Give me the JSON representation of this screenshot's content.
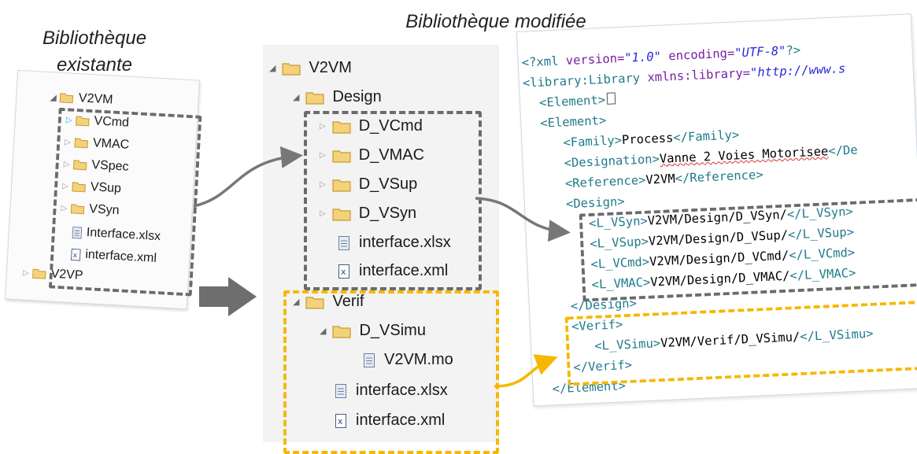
{
  "headings": {
    "existing_line1": "Bibliothèque",
    "existing_line2": "existante",
    "modified": "Bibliothèque modifiée"
  },
  "left_tree": {
    "root": "V2VM",
    "children": [
      "VCmd",
      "VMAC",
      "VSpec",
      "VSup",
      "VSyn"
    ],
    "files": [
      "Interface.xlsx",
      "interface.xml"
    ],
    "next_root": "V2VP"
  },
  "mid_tree": {
    "root": "V2VM",
    "design": {
      "label": "Design",
      "children": [
        "D_VCmd",
        "D_VMAC",
        "D_VSup",
        "D_VSyn"
      ],
      "files": [
        "interface.xlsx",
        "interface.xml"
      ]
    },
    "verif": {
      "label": "Verif",
      "sim_folder": "D_VSimu",
      "sim_file": "V2VM.mo",
      "files": [
        "interface.xlsx",
        "interface.xml"
      ]
    }
  },
  "xml": {
    "decl": {
      "open": "<?xml",
      "version_attr": "version=",
      "version_val": "\"1.0\"",
      "encoding_attr": "encoding=",
      "encoding_val": "\"UTF-8\"",
      "close": "?>"
    },
    "library": {
      "open": "<library:Library",
      "attr": "xmlns:library=",
      "val": "\"http://www.s"
    },
    "element_empty": "<Element>",
    "element_open": "<Element>",
    "family": {
      "open": "<Family>",
      "text": "Process",
      "close": "</Family>"
    },
    "designation": {
      "open": "<Designation>",
      "text": "Vanne 2 Voies Motorisee",
      "close": "</De"
    },
    "reference": {
      "open": "<Reference>",
      "text": "V2VM",
      "close": "</Reference>"
    },
    "design_open": "<Design>",
    "design_entries": [
      {
        "open": "<L_VSyn>",
        "text": "V2VM/Design/D_VSyn/",
        "close": "</L_VSyn>"
      },
      {
        "open": "<L_VSup>",
        "text": "V2VM/Design/D_VSup/",
        "close": "</L_VSup>"
      },
      {
        "open": "<L_VCmd>",
        "text": "V2VM/Design/D_VCmd/",
        "close": "</L_VCmd>"
      },
      {
        "open": "<L_VMAC>",
        "text": "V2VM/Design/D_VMAC/",
        "close": "</L_VMAC>"
      }
    ],
    "design_close": "</Design>",
    "verif_open": "<Verif>",
    "verif_entry": {
      "open": "<L_VSimu>",
      "text": "V2VM/Verif/D_VSimu/",
      "close": "</L_VSimu>"
    },
    "verif_close": "</Verif>",
    "element_close": "</Element>"
  },
  "colors": {
    "gray_dash": "#6b6b6b",
    "orange_dash": "#f5b800",
    "folder": "#e8b84a",
    "xml_tag": "#1f7a8c",
    "xml_attr": "#7a1fa2",
    "xml_string": "#2a2ad6"
  }
}
